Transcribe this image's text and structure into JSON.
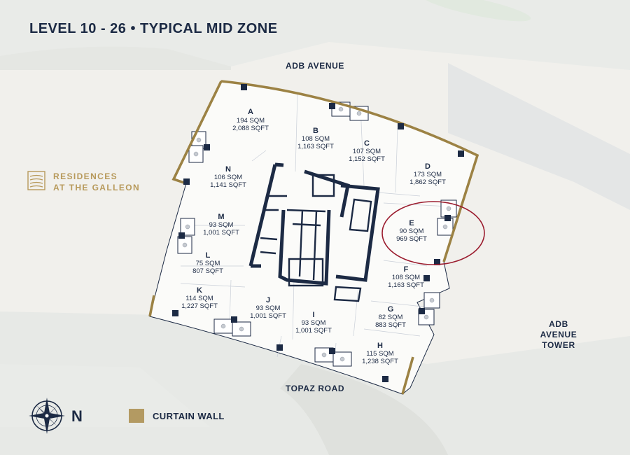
{
  "title": "LEVEL 10 - 26 • TYPICAL MID ZONE",
  "streets": {
    "north": "ADB AVENUE",
    "south": "TOPAZ ROAD",
    "east_line1": "ADB",
    "east_line2": "AVENUE",
    "east_line3": "TOWER"
  },
  "brand": {
    "line1": "RESIDENCES",
    "line2": "AT THE GALLEON"
  },
  "units": [
    {
      "letter": "A",
      "sqm": "194 SQM",
      "sqft": "2,088 SQFT"
    },
    {
      "letter": "B",
      "sqm": "108 SQM",
      "sqft": "1,163 SQFT"
    },
    {
      "letter": "C",
      "sqm": "107 SQM",
      "sqft": "1,152 SQFT"
    },
    {
      "letter": "D",
      "sqm": "173 SQM",
      "sqft": "1,862 SQFT"
    },
    {
      "letter": "E",
      "sqm": "90 SQM",
      "sqft": "969 SQFT"
    },
    {
      "letter": "F",
      "sqm": "108 SQM",
      "sqft": "1,163 SQFT"
    },
    {
      "letter": "G",
      "sqm": "82 SQM",
      "sqft": "883 SQFT"
    },
    {
      "letter": "H",
      "sqm": "115 SQM",
      "sqft": "1,238 SQFT"
    },
    {
      "letter": "I",
      "sqm": "93 SQM",
      "sqft": "1,001 SQFT"
    },
    {
      "letter": "J",
      "sqm": "93 SQM",
      "sqft": "1,001 SQFT"
    },
    {
      "letter": "K",
      "sqm": "114 SQM",
      "sqft": "1,227 SQFT"
    },
    {
      "letter": "L",
      "sqm": "75 SQM",
      "sqft": "807 SQFT"
    },
    {
      "letter": "M",
      "sqm": "93 SQM",
      "sqft": "1,001 SQFT"
    },
    {
      "letter": "N",
      "sqm": "106 SQM",
      "sqft": "1,141 SQFT"
    }
  ],
  "highlighted_unit": "E",
  "compass": {
    "label": "N",
    "icon": "compass-rose-icon"
  },
  "legend": {
    "label": "CURTAIN WALL",
    "swatch_color": "#b39a62"
  },
  "colors": {
    "navy": "#1c2a44",
    "gold": "#9c8244",
    "highlight_ring": "#9b1c2e"
  }
}
